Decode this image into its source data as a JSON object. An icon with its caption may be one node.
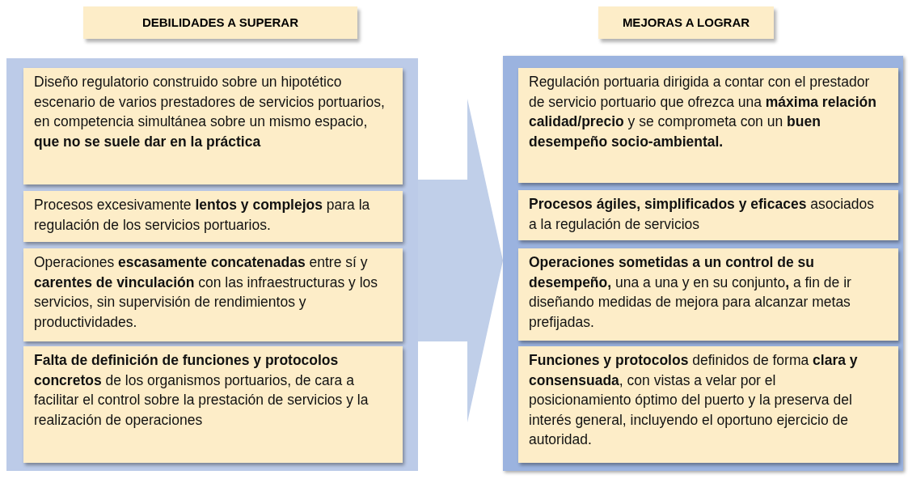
{
  "diagram": {
    "nodes": [
      {
        "text": [
          "DEBILIDADES A SUPERAR"
        ]
      },
      {
        "text": [
          "MEJORAS A LOGRAR"
        ]
      },
      {
        "text": [],
        "shape": "box"
      },
      {
        "text": [
          "Diseño regulatorio construido sobre un hipotético escenario de varios prestadores de servicios portuarios, en competencia simultánea sobre un mismo espacio, **que no se suele dar en la práctica**"
        ],
        "in": 2
      },
      {
        "text": [
          "Procesos excesivamente **lentos y complejos** para la regulación de los servicios portuarios."
        ],
        "in": 2
      },
      {
        "text": [
          "Operaciones **escasamente concatenadas** entre sí y **carentes de vinculación** con las infraestructuras y los servicios, sin supervisión de rendimientos y productividades."
        ],
        "in": 2
      },
      {
        "text": [
          "**Falta de definición de funciones y protocolos concretos** de los organismos portuarios, de cara a facilitar el control sobre la prestación de servicios y la realización de operaciones"
        ],
        "in": 2
      },
      {
        "text": [],
        "shape": "box"
      },
      {
        "text": [
          "Regulación portuaria dirigida a contar con el prestador de servicio portuario que ofrezca una **máxima relación calidad/precio** y se comprometa con un **buen desempeño socio-ambiental.**"
        ],
        "in": 7
      },
      {
        "text": [
          "**Procesos ágiles, simplificados y eficaces** asociados a la regulación de servicios"
        ],
        "in": 7
      },
      {
        "text": [
          "**Operaciones sometidas a un control de su desempeño,** una a una y en su conjunto**,** a fin de ir diseñando medidas de mejora para alcanzar metas prefijadas."
        ],
        "in": 7
      },
      {
        "text": [
          "**Funciones y protocolos** definidos de forma **clara y consensuada**, con vistas a velar por el posicionamiento óptimo del puerto y la preserva del interés general, incluyendo el oportuno ejercicio de autoridad."
        ],
        "in": 7
      }
    ],
    "edges": [
      {
        "from": 2,
        "to": 7,
        "arrow": "to",
        "style": "thick"
      }
    ]
  }
}
